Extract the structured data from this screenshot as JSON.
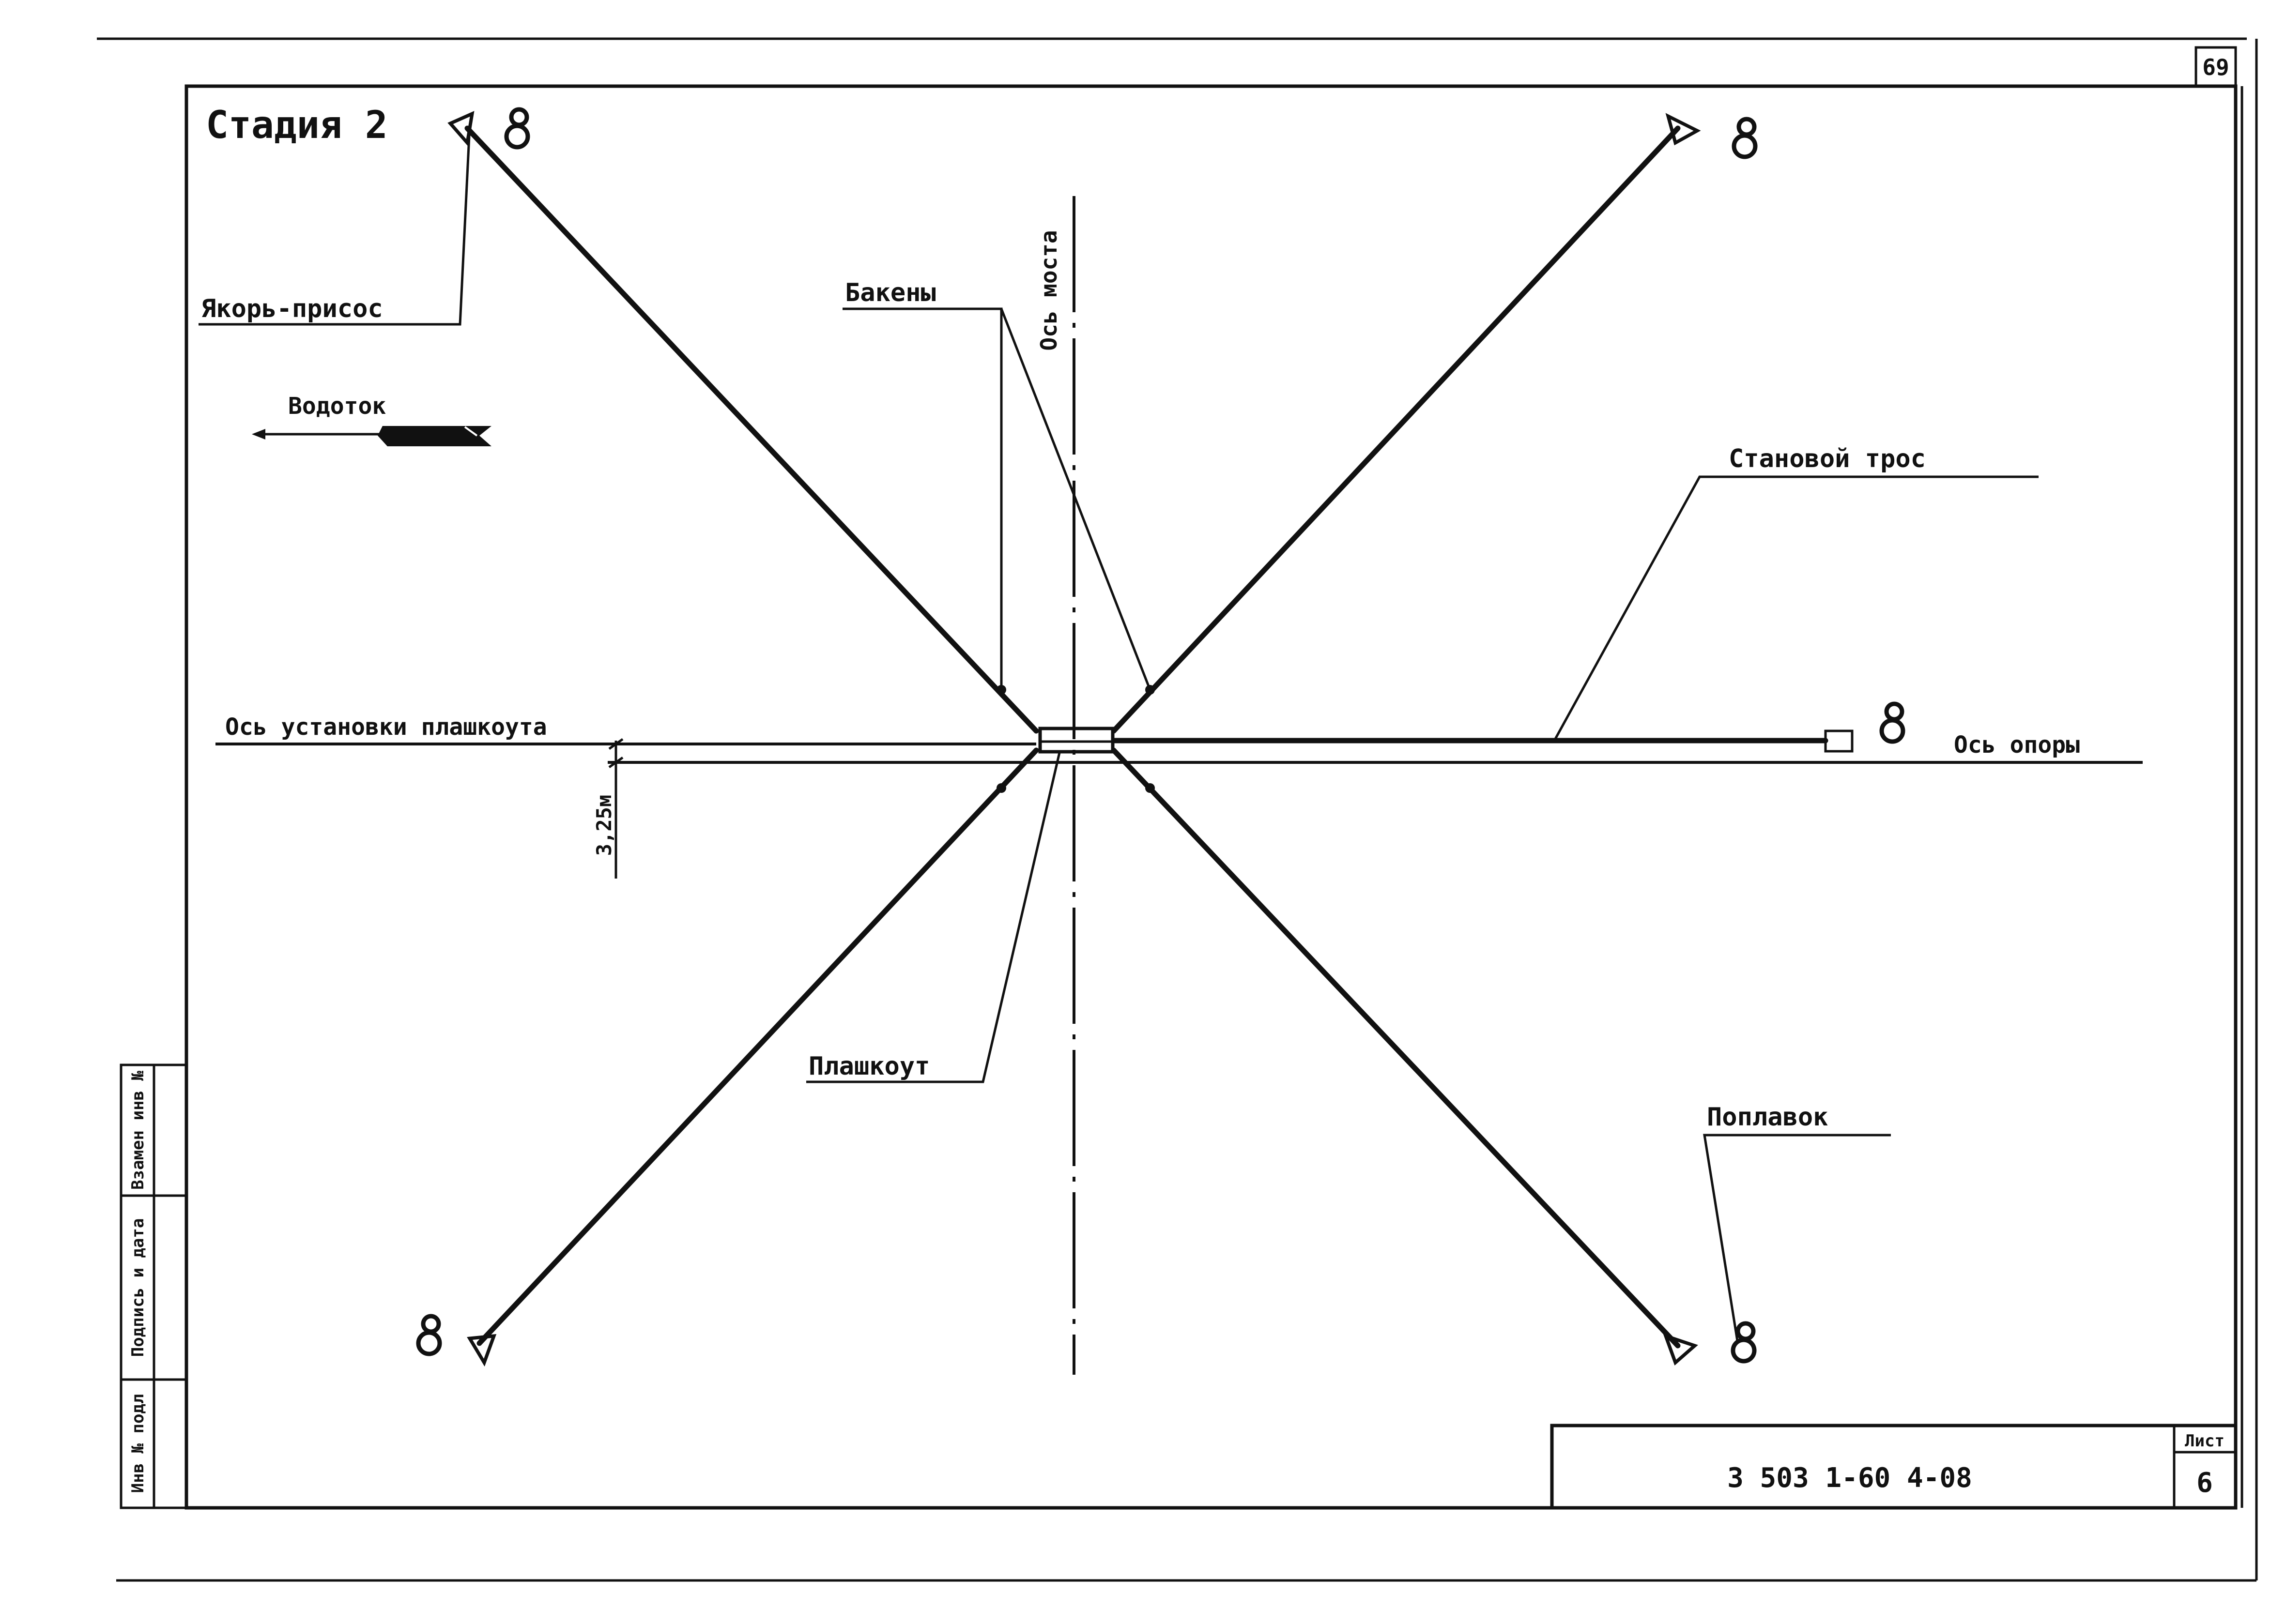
{
  "sheet": {
    "page_number": "69",
    "stage_title": "Стадия 2",
    "document_code": "3 503 1-60 4-08",
    "sheet_label": "Лист",
    "sheet_number": "6"
  },
  "labels": {
    "anchor": "Якорь-присос",
    "buoys": "Бакены",
    "bridge_axis": "Ось моста",
    "current": "Водоток",
    "pontoon_axis": "Ось установки плашкоута",
    "support_axis": "Ось опоры",
    "main_cable": "Становой трос",
    "offset": "3,25м",
    "pontoon": "Плашкоут",
    "float": "Поплавок"
  },
  "side_stamp": {
    "inv_no": "Инв № подл",
    "signature_date": "Подпись и дата",
    "replaces_inv": "Взамен инв №"
  }
}
